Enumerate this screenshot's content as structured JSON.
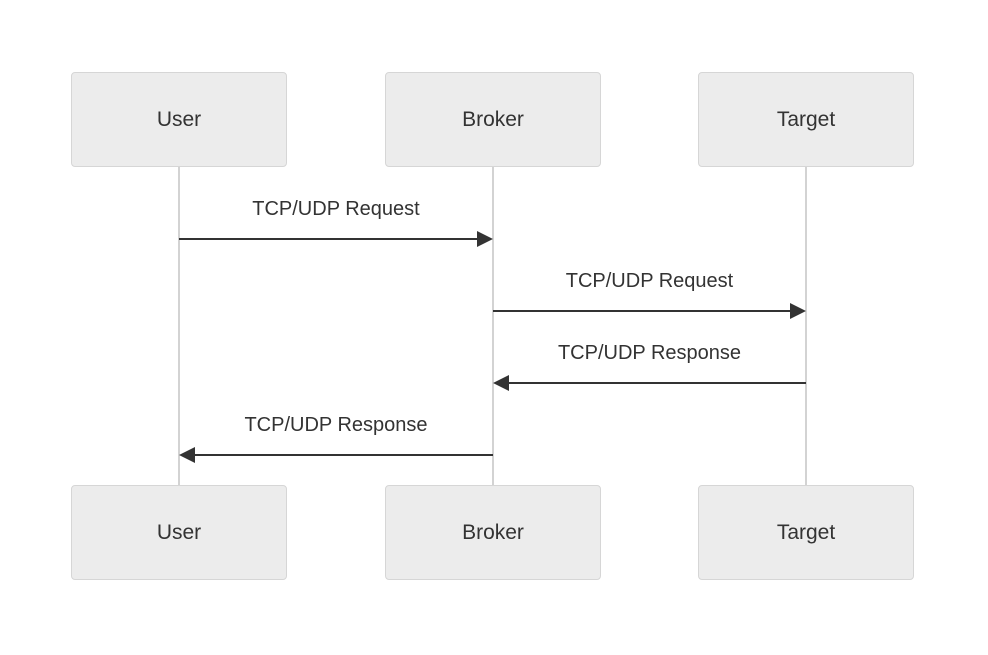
{
  "diagram": {
    "type": "sequence",
    "actors": [
      {
        "name": "User"
      },
      {
        "name": "Broker"
      },
      {
        "name": "Target"
      }
    ],
    "messages": [
      {
        "from": "User",
        "to": "Broker",
        "label": "TCP/UDP Request",
        "direction": "right",
        "arrow_style": "solid-filled-head"
      },
      {
        "from": "Broker",
        "to": "Target",
        "label": "TCP/UDP Request",
        "direction": "right",
        "arrow_style": "solid-filled-head"
      },
      {
        "from": "Target",
        "to": "Broker",
        "label": "TCP/UDP Response",
        "direction": "left",
        "arrow_style": "solid-filled-head"
      },
      {
        "from": "Broker",
        "to": "User",
        "label": "TCP/UDP Response",
        "direction": "left",
        "arrow_style": "solid-filled-head"
      }
    ],
    "colors": {
      "background": "#ffffff",
      "actor_fill": "#ececec",
      "actor_border": "#d6d6d6",
      "lifeline": "#d3d3d3",
      "arrow": "#333333",
      "text": "#333333"
    }
  }
}
